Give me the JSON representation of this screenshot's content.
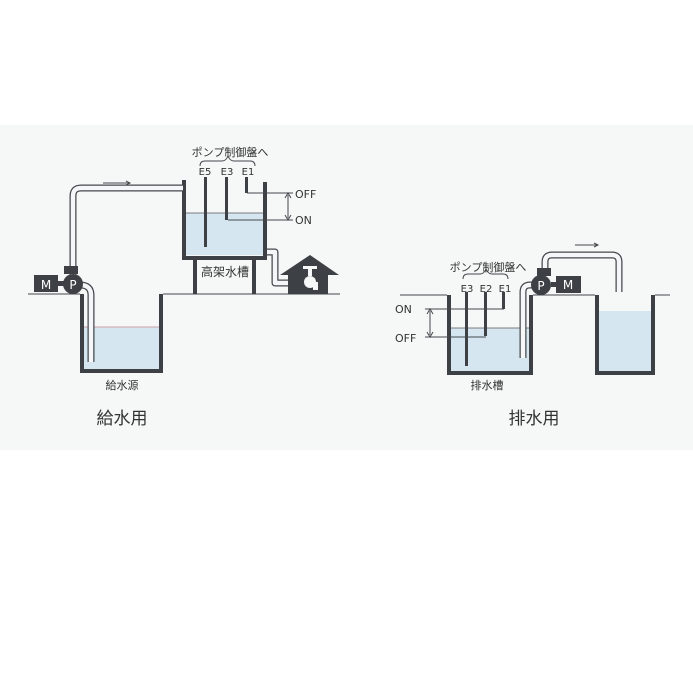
{
  "supply": {
    "title": "給水用",
    "source_label": "給水源",
    "elevated_tank_label": "高架水槽",
    "control_label": "ポンプ制御盤へ",
    "electrodes": [
      "E5",
      "E3",
      "E1"
    ],
    "off_label": "OFF",
    "on_label": "ON",
    "pump_label": "P",
    "motor_label": "M"
  },
  "drain": {
    "title": "排水用",
    "tank_label": "排水槽",
    "control_label": "ポンプ制御盤へ",
    "electrodes": [
      "E3",
      "E2",
      "E1"
    ],
    "on_label": "ON",
    "off_label": "OFF",
    "pump_label": "P",
    "motor_label": "M"
  },
  "colors": {
    "water": "#d6e6f0",
    "wall": "#3d4145",
    "panel": "#f6f7f7"
  }
}
